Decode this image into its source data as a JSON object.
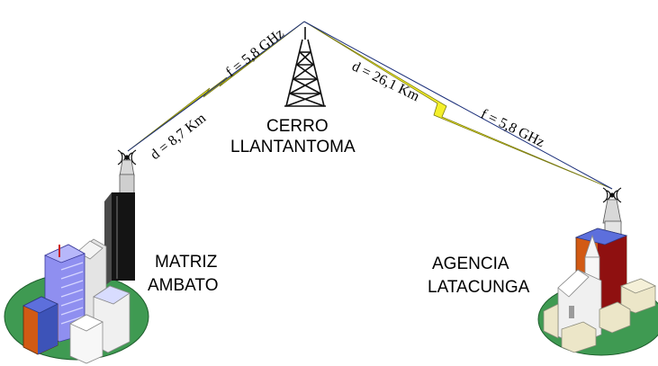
{
  "sites": {
    "tower": {
      "line1": "CERRO",
      "line2": "LLANTANTOMA"
    },
    "left": {
      "line1": "MATRIZ",
      "line2": "AMBATO"
    },
    "right": {
      "line1": "AGENCIA",
      "line2": "LATACUNGA"
    }
  },
  "links": {
    "left": {
      "distance": "d = 8,7 Km",
      "frequency": "f = 5,8 GHz"
    },
    "right": {
      "distance": "d = 26,1 Km",
      "frequency": "f = 5,8 GHz"
    }
  },
  "colors": {
    "link_bolt": "#f4f02a",
    "link_wire": "#1b2f7a",
    "ground": "#3f9a52",
    "tower": "#111111"
  }
}
